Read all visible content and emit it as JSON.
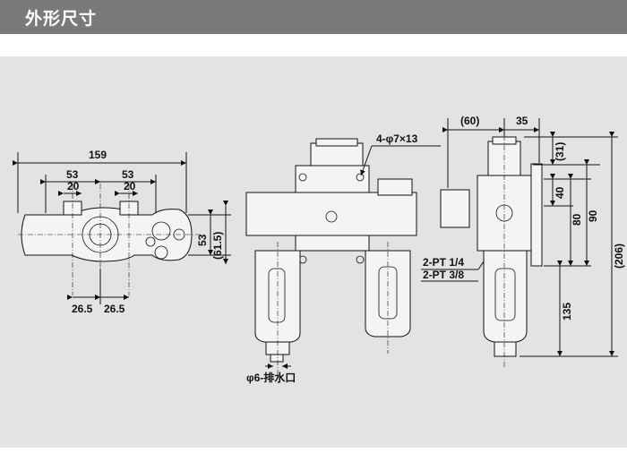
{
  "header": {
    "title": "外形尺寸"
  },
  "dims": {
    "width_total": "159",
    "left_spacing": "53",
    "right_spacing": "53",
    "left_port": "20",
    "right_port": "20",
    "height": "53",
    "height_ref": "(61.5)",
    "bottom_left": "26.5",
    "bottom_right": "26.5",
    "mount_hole": "4-φ7×13",
    "drain": "φ6-排水口",
    "port_a": "2-PT 1/4",
    "port_b": "2-PT 3/8",
    "depth_ref": "(60)",
    "depth": "35",
    "top_offset": "(31)",
    "d40": "40",
    "d80": "80",
    "d90": "90",
    "d135": "135",
    "total_height": "(206)"
  },
  "colors": {
    "header": "#7a7a7a",
    "panel": "#e3e3e3"
  }
}
